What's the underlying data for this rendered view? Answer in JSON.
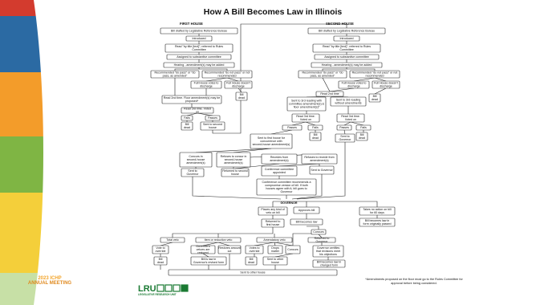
{
  "title": "How A Bill Becomes Law in Illinois",
  "headers": {
    "first": "FIRST HOUSE",
    "second": "SECOND HOUSE"
  },
  "governor_label": "GOVERNOR",
  "nodes": {
    "f_drafted": "Bill drafted by Legislative Reference Bureau",
    "f_intro": "Introduced",
    "f_read1": "Read \"by title [text]\"; referred to Rules Committee",
    "f_assigned": "Assigned to substantive committee",
    "f_hearing": "Hearing - amendment(s) may be added",
    "f_rec_pass": "Recommended \"do pass\" or \"do pass, as amended\"",
    "f_rec_notpass": "Recommended \"do not pass\" or not recommended",
    "f_full_votes": "Full House votes to discharge",
    "f_full_doesnt": "Full House doesn't discharge",
    "f_bill_dead": "Bill dead",
    "f_read2": "Read 2nd time. Floor amendment(s) may be proposed*",
    "f_read3": "Read 3rd time. Voted on",
    "f_fails": "Fails",
    "f_passes": "Passes",
    "f_dead2": "Bill dead",
    "f_sent2nd": "Sent to second house",
    "s_drafted": "Bill drafted by Legislative Reference Bureau",
    "s_intro": "Introduced",
    "s_read1": "Read \"by title [text]\"; referred to Rules Committee",
    "s_assigned": "Assigned to substantive committee",
    "s_hearing": "Hearing - amendment(s) may be added",
    "s_rec_pass": "Recommended \"do pass\" or \"do pass, as amended\"",
    "s_rec_notpass": "Recommended \"do not pass\" or not recommended",
    "s_full_votes": "Full House votes to discharge",
    "s_full_doesnt": "Full House doesn't discharge",
    "s_bill_dead": "Bill dead",
    "s_read2": "Read 2nd time",
    "s_sent3_amend": "Sent to 3rd reading with committee amendment(s) & floor amendment(s)*",
    "s_sent3_noamend": "Sent to 3rd reading without amendments",
    "s_read3a": "Read 3rd time. Voted on",
    "s_read3b": "Read 3rd time. Voted on",
    "s_passes_a": "Passes",
    "s_fails_a": "Fails",
    "s_passes_b": "Passes",
    "s_fails_b": "Fails",
    "s_dead_a": "Bill dead",
    "s_dead_b": "Bill dead",
    "s_sent_gov": "Sent to Governor",
    "sent_first": "Sent to first house for concurrence with second-house amendment(s)",
    "concurs": "Concurs in second-house amendment(s)",
    "refuses_first": "Refuses to concur in second-house amendment(s)",
    "sent_gov_a": "Sent to Governor",
    "returned_second": "Returned to second house",
    "recedes_from": "Recedes from amendment(s)",
    "refuses_recede": "Refuses to recede from amendment(s)",
    "conf_appointed": "Conference committee appointed",
    "sent_gov_b": "Sent to Governor",
    "conf_recommends": "Conference committee recommends a compromise version of bill. If both houses agree with it, bill goes to Governor",
    "places_veto": "Places any kind of veto on bill",
    "approves": "Approves bill",
    "returned_first": "Returned to first house",
    "becomes_law": "Bill becomes law",
    "takes_no_action": "Takes no action on bill for 60 days",
    "bill_law_orig": "Bill becomes law in form originally passed",
    "total_veto": "Total veto",
    "item_reduction": "Item or reduction veto",
    "amendatory": "Amendatory veto",
    "tv_override": "Vote to override",
    "tv_dead": "Bill dead",
    "ir_governor": "Governor's vetoes are restored",
    "ir_restores": "Restores amount cut",
    "ir_law": "Bill is law in Governor's revised form",
    "am_override": "Votes to override",
    "am_dead": "Bill dead",
    "am_drops": "Drops matter",
    "am_concurs": "Concurs",
    "am_sent_other": "Sent to other house",
    "gov_concurs": "Concurs",
    "gov_returned": "Returned to Governor",
    "gov_certifies": "Governor certifies that revisions meet his objections",
    "gov_law_changed": "Bill becomes law in changed form",
    "sent_other_house": "Sent to other house"
  },
  "footnote": "*Amendments proposed on the floor must go to the Rules Committee for approval before being considered.",
  "event": {
    "line1": "2023 ICHP",
    "line2": "ANNUAL MEETING"
  },
  "lru": {
    "mark": "LRU",
    "sub": "LEGISLATIVE RESEARCH UNIT"
  },
  "colors": {
    "stripe_blue": "#2b6aa3",
    "stripe_orange": "#f39c2a",
    "stripe_green": "#7fb544",
    "stripe_yellow": "#f4cf3a",
    "lru_green": "#1a7a33"
  }
}
